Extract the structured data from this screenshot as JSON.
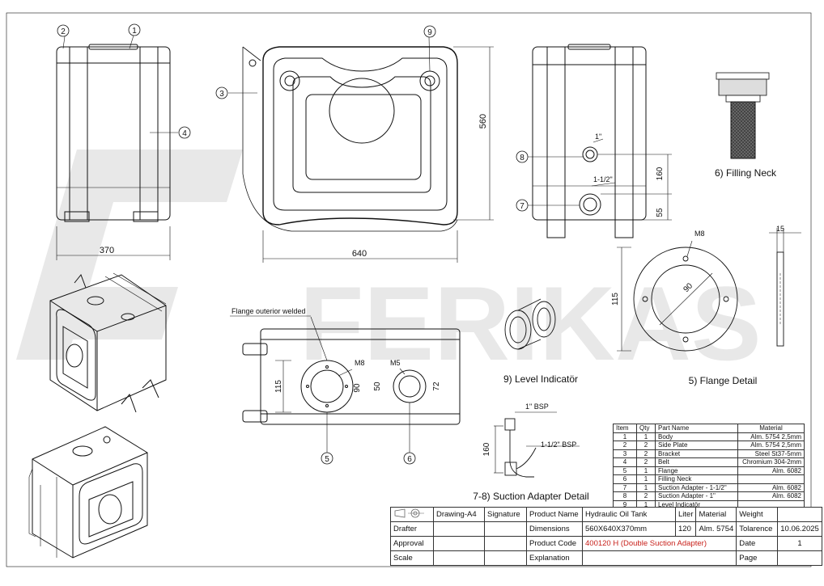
{
  "watermark": "FERIKAS",
  "views": {
    "front": {
      "width": "370",
      "balloons": [
        "1",
        "2",
        "4"
      ]
    },
    "side": {
      "width": "640",
      "height": "560",
      "balloons": [
        "3",
        "9"
      ]
    },
    "back": {
      "dims": [
        "160",
        "55"
      ],
      "threads": [
        "1\"",
        "1-1/2\""
      ],
      "balloons": [
        "8",
        "7"
      ]
    },
    "bottom": {
      "note": "Flange outerior welded",
      "dims": [
        "115",
        "90",
        "50",
        "72"
      ],
      "labels": [
        "M8",
        "M5"
      ],
      "balloons": [
        "5",
        "6"
      ]
    },
    "flange": {
      "labels": [
        "M8",
        "115",
        "90",
        "15"
      ],
      "caption": "5) Flange Detail"
    },
    "filling_neck": {
      "caption": "6) Filling Neck"
    },
    "level_indicator": {
      "caption": "9) Level Indicatör"
    },
    "suction": {
      "labels": [
        "1\" BSP",
        "1-1/2\" BSP",
        "160"
      ],
      "caption": "7-8) Suction Adapter Detail"
    }
  },
  "parts_table": {
    "headers": [
      "Item",
      "Qty",
      "Part Name",
      "Material"
    ],
    "rows": [
      [
        "1",
        "1",
        "Body",
        "Alm. 5754 2,5mm"
      ],
      [
        "2",
        "2",
        "Side Plate",
        "Alm. 5754 2,5mm"
      ],
      [
        "3",
        "2",
        "Bracket",
        "Steel St37-5mm"
      ],
      [
        "4",
        "2",
        "Belt",
        "Chromium 304-2mm"
      ],
      [
        "5",
        "1",
        "Flange",
        "Alm. 6082"
      ],
      [
        "6",
        "1",
        "Filling Neck",
        ""
      ],
      [
        "7",
        "1",
        "Suction Adapter - 1-1/2\"",
        "Alm. 6082"
      ],
      [
        "8",
        "2",
        "Suction Adapter - 1\"",
        "Alm. 6082"
      ],
      [
        "9",
        "1",
        "Level Indicatör",
        ""
      ]
    ]
  },
  "title_block": {
    "drawing": "Drawing-A4",
    "signature": "Signature",
    "product_name_label": "Product Name",
    "product_name": "Hydraulic Oil Tank",
    "liter_label": "Liter",
    "material_label": "Material",
    "weight_label": "Weight",
    "drafter": "Drafter",
    "dimensions_label": "Dimensions",
    "dimensions": "560X640X370mm",
    "liter": "120",
    "material": "Alm. 5754",
    "tolerance_label": "Tolarence",
    "date_value": "10.06.2025",
    "approval": "Approval",
    "product_code_label": "Product Code",
    "product_code": "400120 H  (Double Suction Adapter)",
    "date_label": "Date",
    "page_value": "1",
    "scale": "Scale",
    "explanation_label": "Explanation",
    "page_label": "Page"
  },
  "colors": {
    "line": "#111111",
    "watermark": "#e6e6e6",
    "accent": "#c8201a"
  }
}
